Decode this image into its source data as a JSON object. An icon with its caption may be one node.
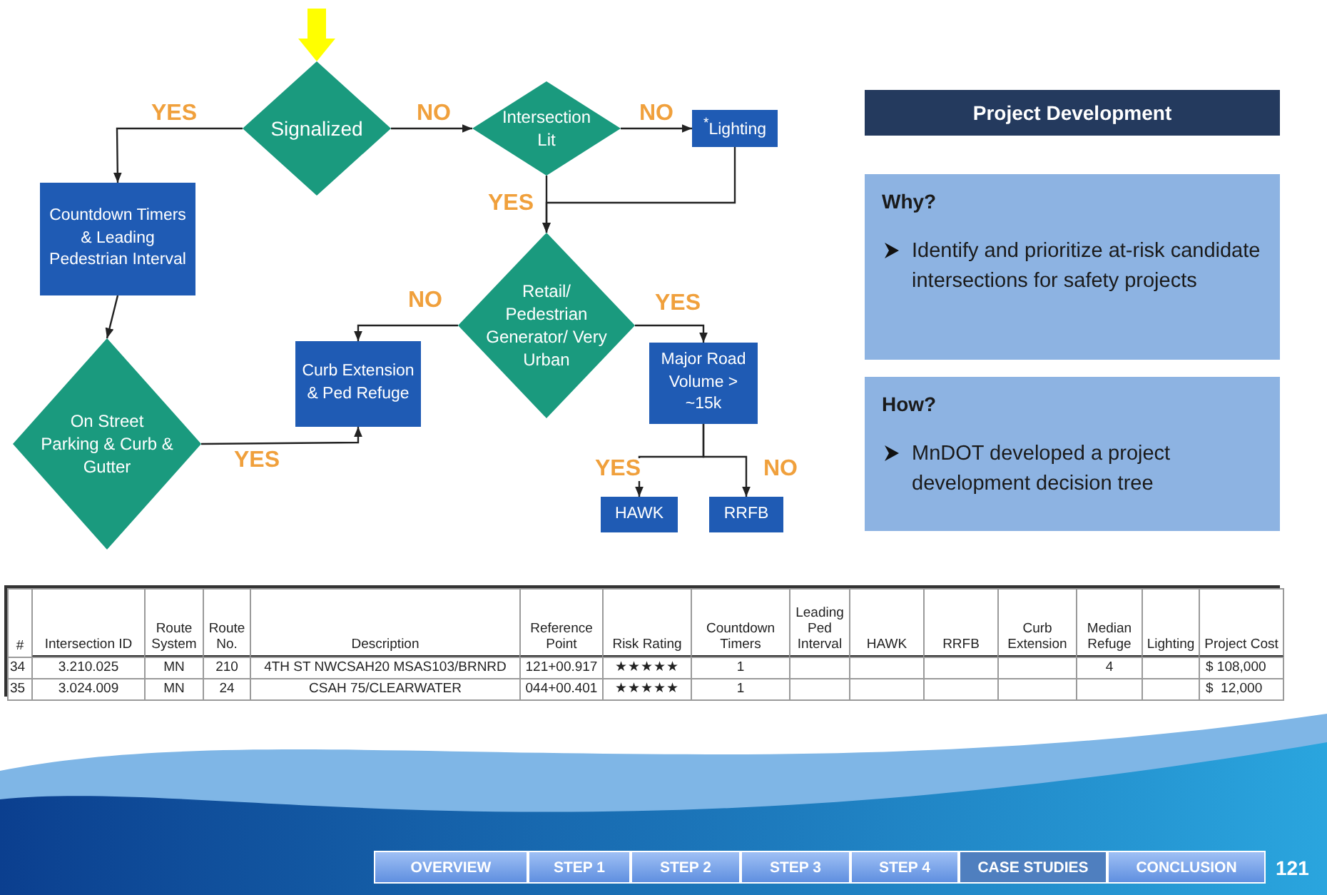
{
  "diagram": {
    "nodes": [
      {
        "text": [
          "Signalized"
        ]
      },
      {
        "text": [
          "Intersection Lit"
        ]
      },
      {
        "text": [
          "$^{*}$Lighting"
        ]
      },
      {
        "text": [
          "Countdown Timers & Leading Pedestrian Interval"
        ]
      },
      {
        "text": [
          "Retail/ Pedestrian Generator/ Very Urban"
        ]
      },
      {
        "text": [
          "On Street Parking & Curb & Gutter"
        ]
      },
      {
        "text": [
          "Curb Extension & Ped Refuge"
        ]
      },
      {
        "text": [
          "Major Road Volume > ~15k"
        ]
      },
      {
        "text": [
          "HAWK"
        ]
      },
      {
        "text": [
          "RRFB"
        ]
      },
      {
        "text": [
          "Project Development"
        ]
      },
      {
        "text": [
          "Why?",
          "Identify and prioritize at-risk candidate intersections for safety projects"
        ]
      },
      {
        "text": [
          "How?",
          "MnDOT developed a project development decision tree"
        ]
      }
    ],
    "edges": [
      {
        "from": null,
        "to": 0,
        "arrow": "to",
        "style": "thick",
        "color": "#ffff00"
      },
      {
        "from": 0,
        "to": 3,
        "arrow": "to",
        "label": "YES"
      },
      {
        "from": 0,
        "to": 1,
        "arrow": "to",
        "label": "NO"
      },
      {
        "from": 1,
        "to": 2,
        "arrow": "to",
        "label": "NO"
      },
      {
        "from": 1,
        "to": 4,
        "arrow": "to",
        "label": "YES"
      },
      {
        "from": 2,
        "to": 4,
        "arrow": "to"
      },
      {
        "from": 3,
        "to": 5,
        "arrow": "to"
      },
      {
        "from": 5,
        "to": 6,
        "arrow": "to",
        "label": "YES"
      },
      {
        "from": 4,
        "to": 6,
        "arrow": "to",
        "label": "NO"
      },
      {
        "from": 4,
        "to": 7,
        "arrow": "to",
        "label": "YES"
      },
      {
        "from": 7,
        "to": 8,
        "arrow": "to",
        "label": "YES"
      },
      {
        "from": 7,
        "to": 9,
        "arrow": "to",
        "label": "NO"
      }
    ],
    "labels": [
      "#",
      "Intersection ID",
      "Route System",
      "Route No.",
      "Description",
      "Reference Point",
      "Risk Rating",
      "Countdown Timers",
      "Leading Ped Interval",
      "HAWK",
      "RRFB",
      "Curb Extension",
      "Median Refuge",
      "Lighting",
      "Project Cost",
      "34",
      "3.210.025",
      "MN",
      "210",
      "4TH ST NWCSAH20 MSAS103/BRNRD",
      "121+00.917",
      "★★★★★",
      "1",
      "4",
      "$ 108,000",
      "35",
      "3.024.009",
      "MN",
      "24",
      "CSAH 75/CLEARWATER",
      "044+00.401",
      "★★★★★",
      "1",
      "$  12,000",
      "OVERVIEW",
      "STEP 1",
      "STEP 2",
      "STEP 3",
      "STEP 4",
      "CASE STUDIES",
      "CONCLUSION",
      "121"
    ]
  }
}
